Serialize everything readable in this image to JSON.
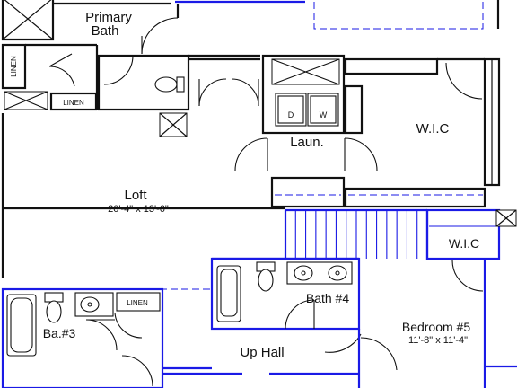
{
  "rooms": {
    "primary_bath": {
      "line1": "Primary",
      "line2": "Bath"
    },
    "linen_vertical": "LINEN",
    "linen_small": "LINEN",
    "linen_lower": "LINEN",
    "laundry": "Laun.",
    "washer": "W",
    "dryer": "D",
    "wic_main": "W.I.C",
    "wic_small": "W.I.C",
    "loft": {
      "name": "Loft",
      "dims": "20'-4\" x 13'-6\""
    },
    "bath_3": "Ba.#3",
    "bath_4": "Bath #4",
    "up_hall": "Up Hall",
    "bedroom_5": {
      "name": "Bedroom #5",
      "dims": "11'-8\" x 11'-4\""
    }
  },
  "colors": {
    "wall": "#111111",
    "highlight": "#1a1ae6",
    "background": "#ffffff"
  }
}
